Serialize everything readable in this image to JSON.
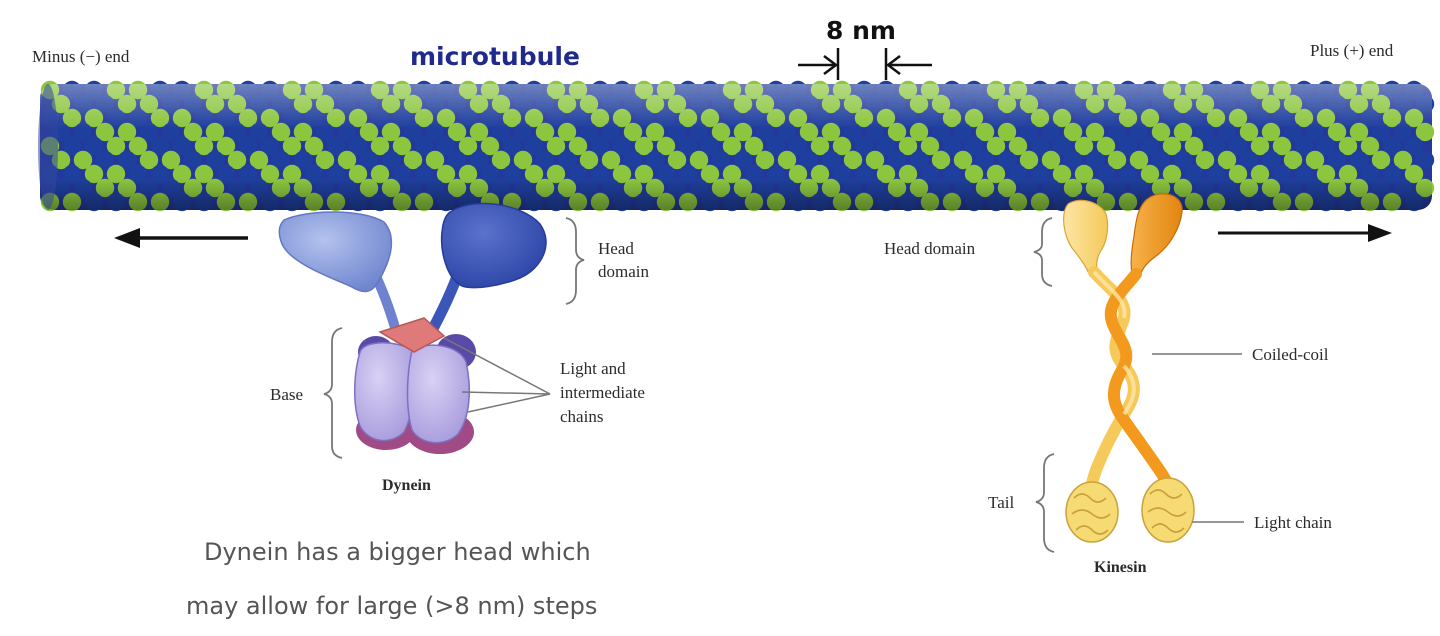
{
  "labels": {
    "minus_end": "Minus (−) end",
    "plus_end": "Plus (+) end",
    "microtubule": "microtubule",
    "step_size": "8 nm",
    "dynein_head_domain_1": "Head",
    "dynein_head_domain_2": "domain",
    "dynein_base": "Base",
    "light_chains_1": "Light and",
    "light_chains_2": "intermediate",
    "light_chains_3": "chains",
    "dynein": "Dynein",
    "kinesin_head_domain": "Head domain",
    "coiled_coil": "Coiled-coil",
    "tail": "Tail",
    "light_chain": "Light chain",
    "kinesin": "Kinesin"
  },
  "note": {
    "line1": "Dynein has a bigger head which",
    "line2": "may allow for large (>8 nm) steps"
  },
  "colors": {
    "tubulin_blue": "#1f3f9e",
    "tubulin_green": "#8cc63f",
    "microtubule_label": "#1f2a8c",
    "dynein_head_light": "#8ea2dd",
    "dynein_head_dark": "#3b55b8",
    "dynein_base": "#b9aee6",
    "dynein_base_dark": "#5a4aa8",
    "dynein_top": "#e07a7a",
    "dynein_bottom": "#b0508c",
    "kinesin_orange": "#f39a1e",
    "kinesin_yellow": "#fbd77a",
    "note_text": "#555555"
  }
}
